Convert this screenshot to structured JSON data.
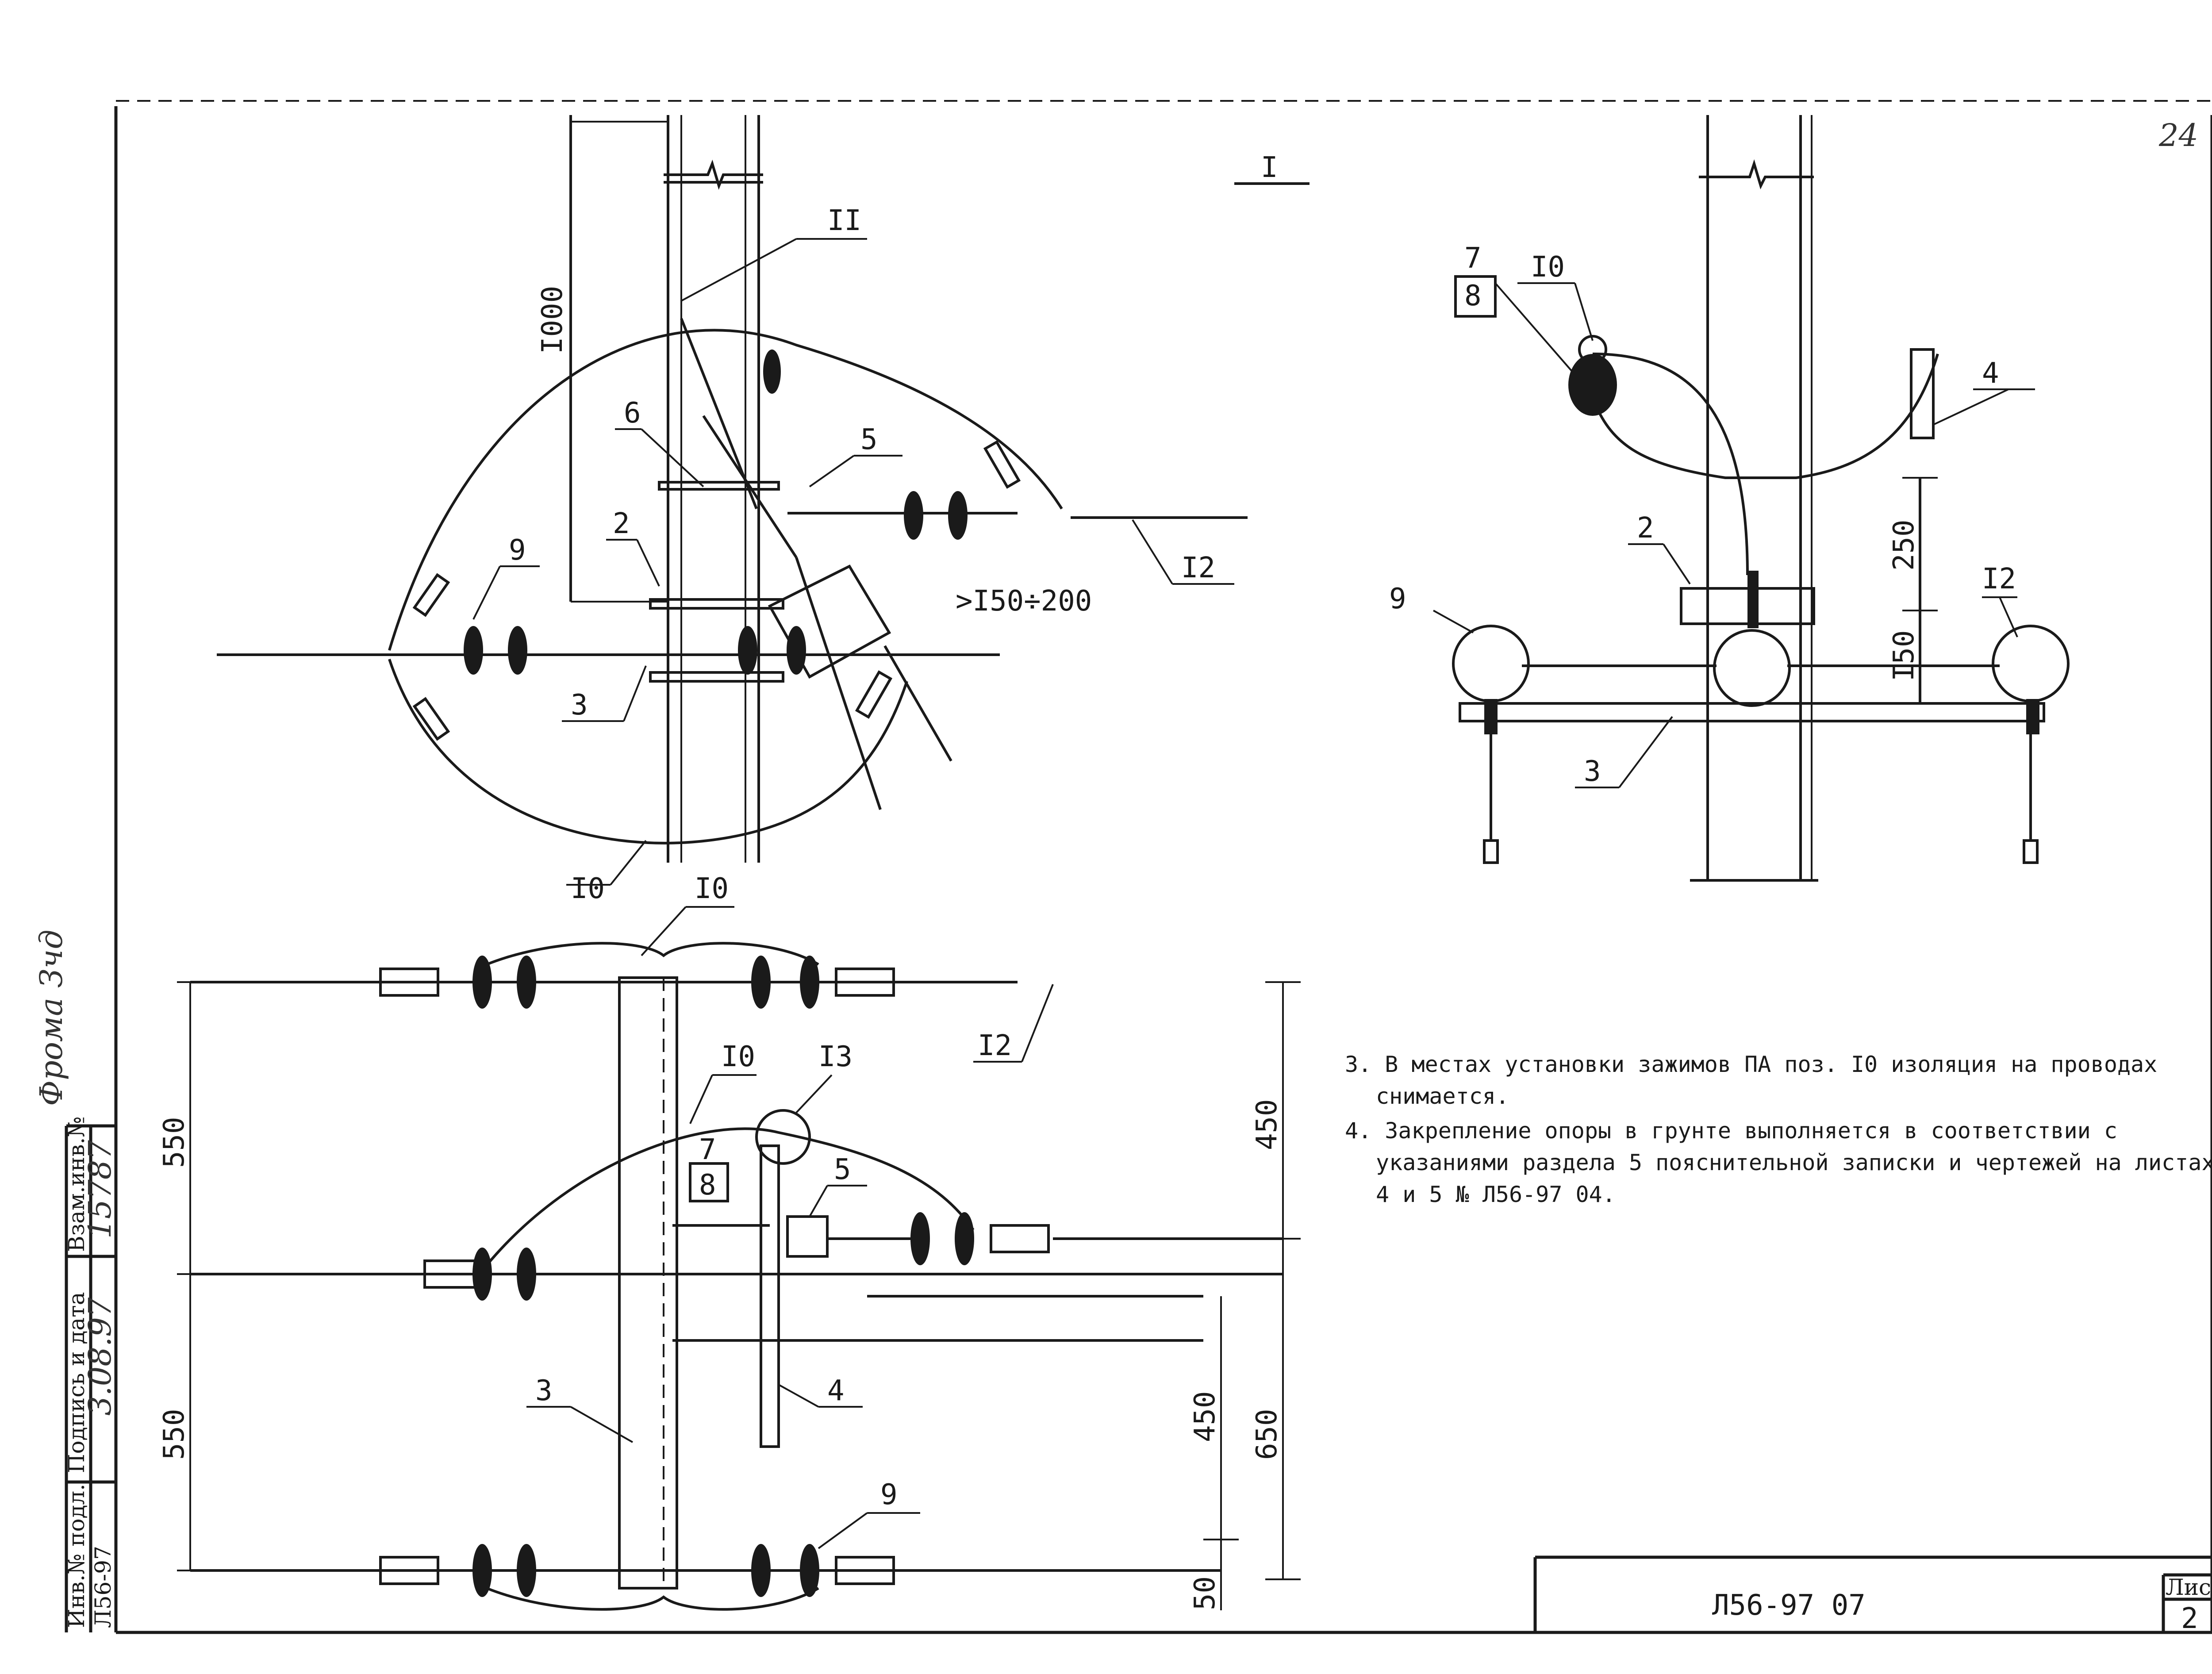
{
  "sheet": {
    "page_number_handwritten": "24",
    "section_view_label": "I"
  },
  "left_side_panel": {
    "col_inv_podl": "Инв.№ подл.",
    "col_podpis_data": "Подпись и дата",
    "col_vzam_inv": "Взам.инв.№",
    "doc_code": "Л56-97",
    "date_value": "3.08.97",
    "vzam_value": "15787"
  },
  "top_left_view": {
    "dim_vertical": "I000",
    "callout_II": "II",
    "callout_6": "6",
    "callout_5": "5",
    "callout_2": "2",
    "callout_9": "9",
    "callout_3": "3",
    "callout_I0": "I0",
    "callout_I2": "I2",
    "dim_offset": ">I50÷200"
  },
  "top_right_view": {
    "callout_7": "7",
    "callout_8": "8",
    "callout_I0": "I0",
    "callout_4": "4",
    "callout_2": "2",
    "callout_9": "9",
    "callout_I2": "I2",
    "callout_3": "3",
    "dim_250": "250",
    "dim_I50": "I50"
  },
  "bottom_plan_view": {
    "callout_I0_top": "I0",
    "callout_I2": "I2",
    "callout_I0_mid": "I0",
    "callout_I3": "I3",
    "callout_7": "7",
    "callout_8": "8",
    "callout_5": "5",
    "callout_3": "3",
    "callout_4": "4",
    "callout_9": "9",
    "dim_550_top": "550",
    "dim_550_bottom": "550",
    "dim_450_right": "450",
    "dim_450_inner": "450",
    "dim_650": "650",
    "dim_50": "50"
  },
  "notes": [
    "3. В местах установки зажимов ПА поз. I0 изоляция на проводах снимается.",
    "4. Закрепление опоры в грунте выполняется в соответствии с указаниями раздела 5 пояснительной записки и чертежей на листах 4 и 5 № Л56-97 04."
  ],
  "title_block": {
    "doc_number": "Л56-97 07",
    "sheet_label": "Лист",
    "sheet_number": "2"
  }
}
